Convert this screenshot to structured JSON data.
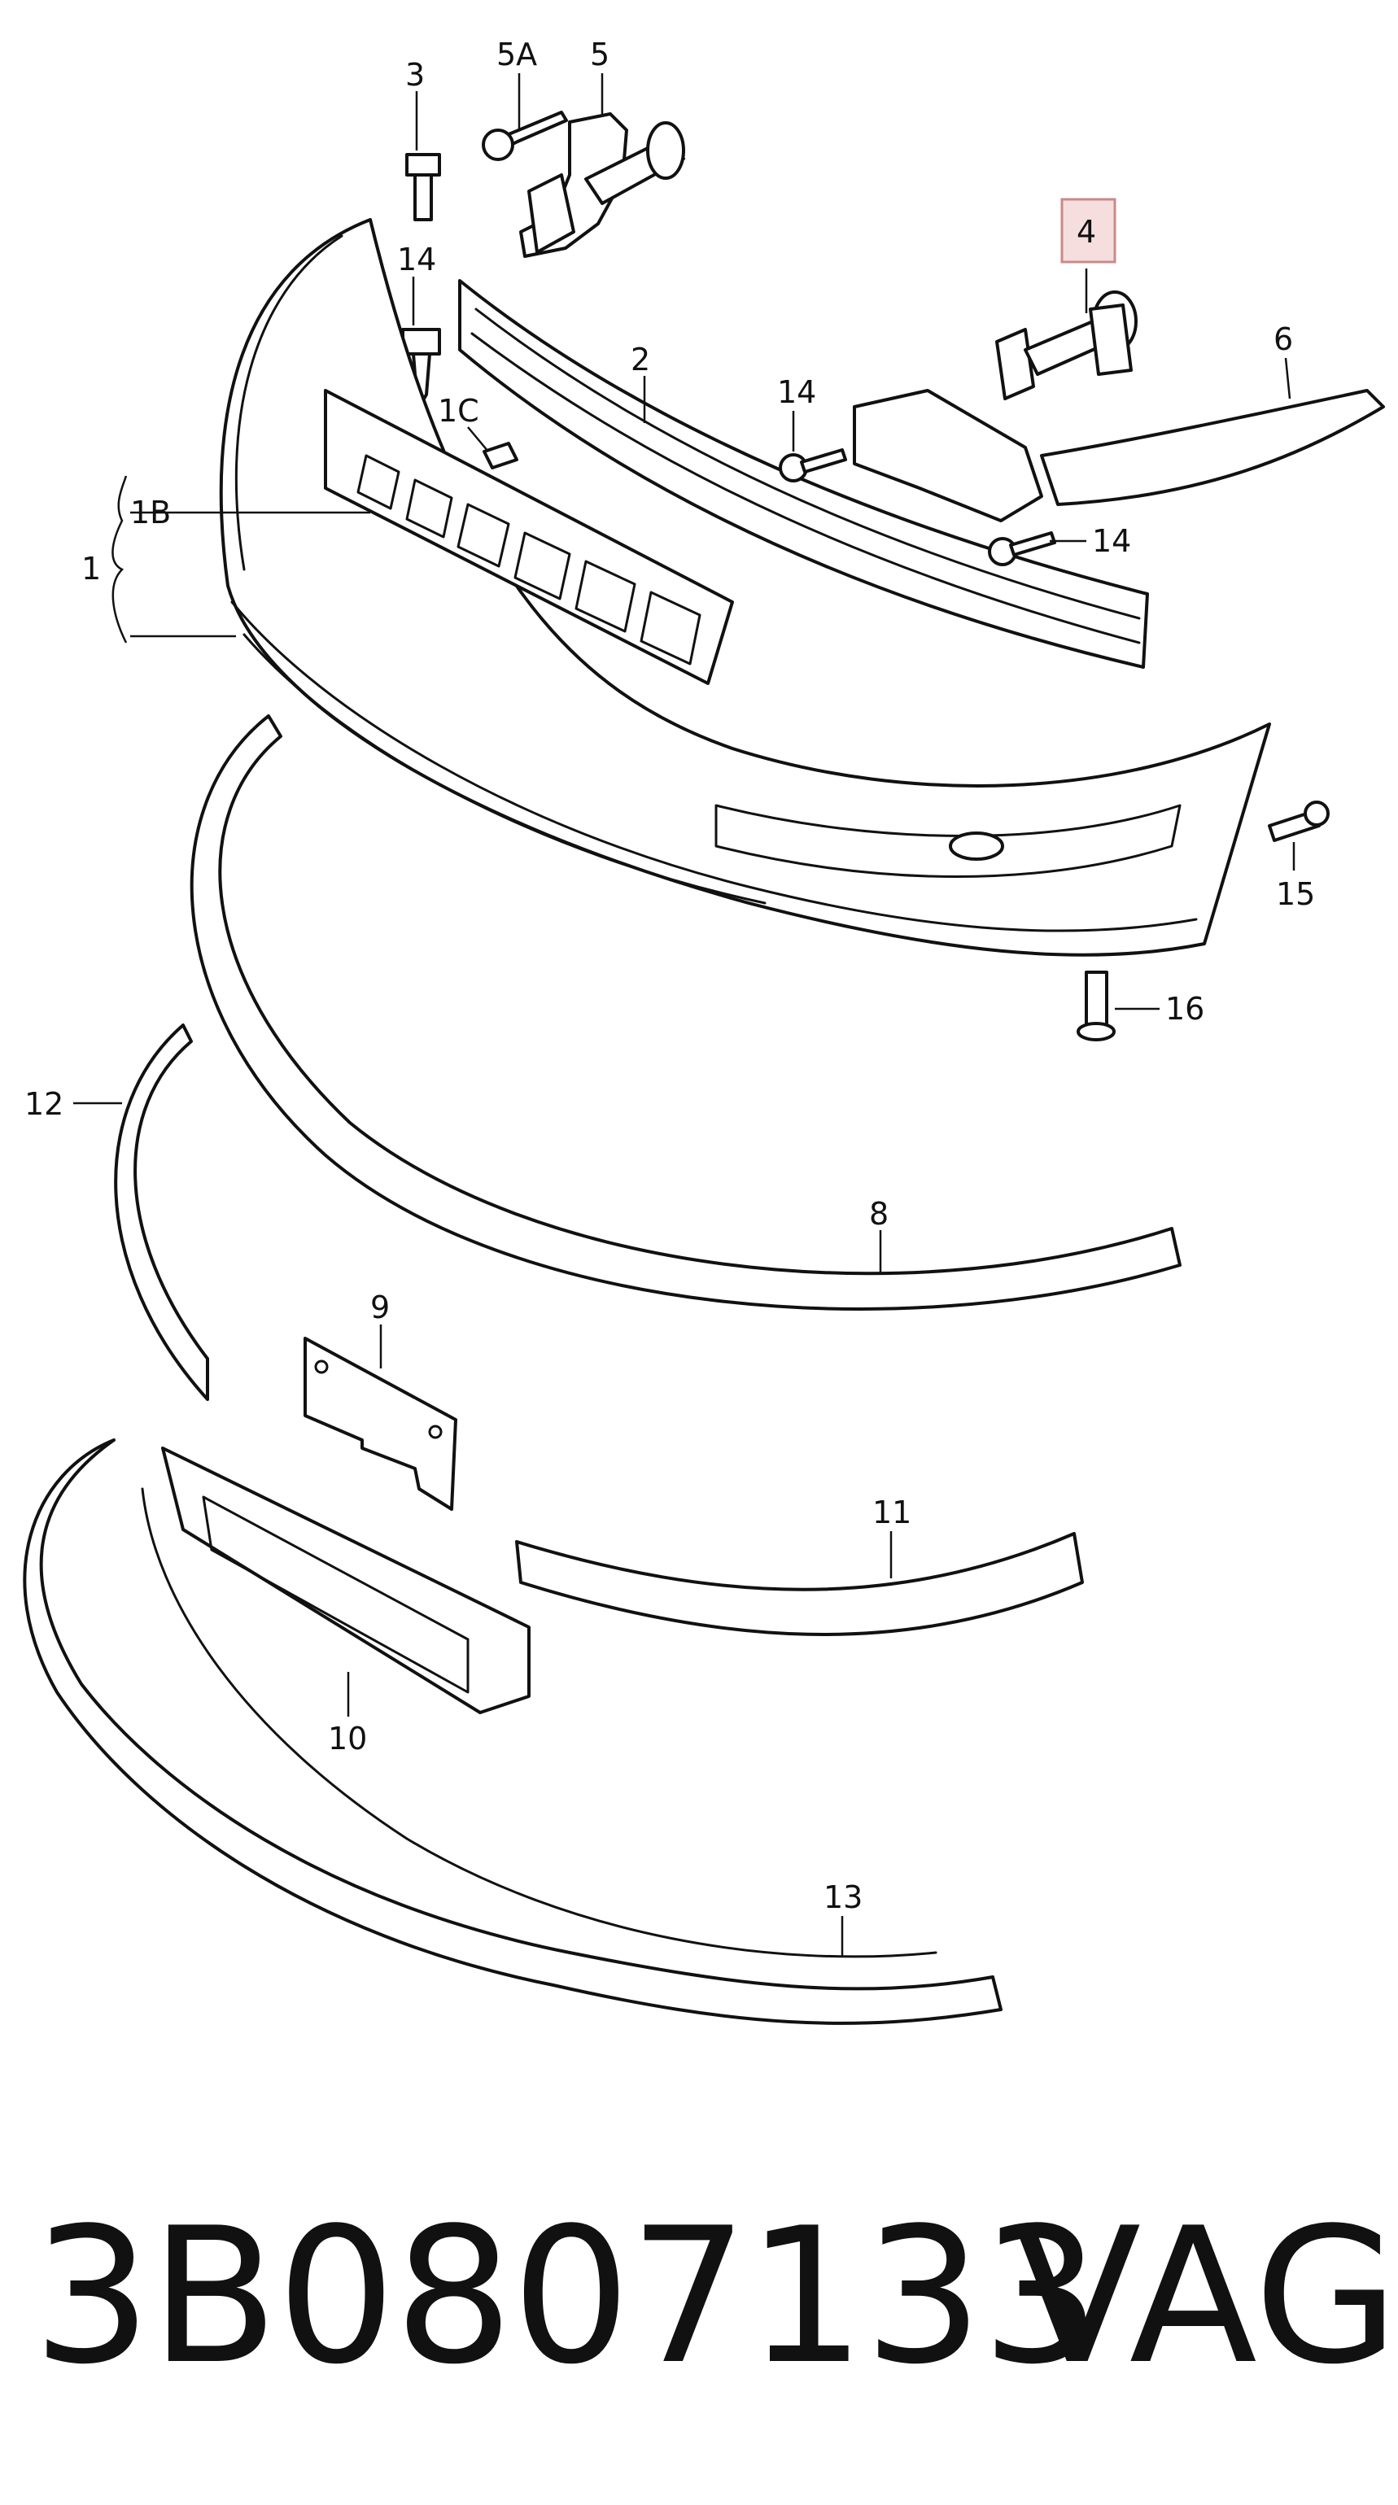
{
  "diagram": {
    "labels": {
      "p1": "1",
      "p1b": "1B",
      "p1c": "1C",
      "p2": "2",
      "p3": "3",
      "p4": "4",
      "p5": "5",
      "p5a": "5A",
      "p6": "6",
      "p8": "8",
      "p9": "9",
      "p10": "10",
      "p11": "11",
      "p12": "12",
      "p13": "13",
      "p14a": "14",
      "p14b": "14",
      "p14c": "14",
      "p15": "15",
      "p16": "16"
    },
    "highlighted_part": "4",
    "highlight_color": "#f6dede"
  },
  "footer": {
    "part_number": "3B0807133",
    "brand": "VAG"
  }
}
